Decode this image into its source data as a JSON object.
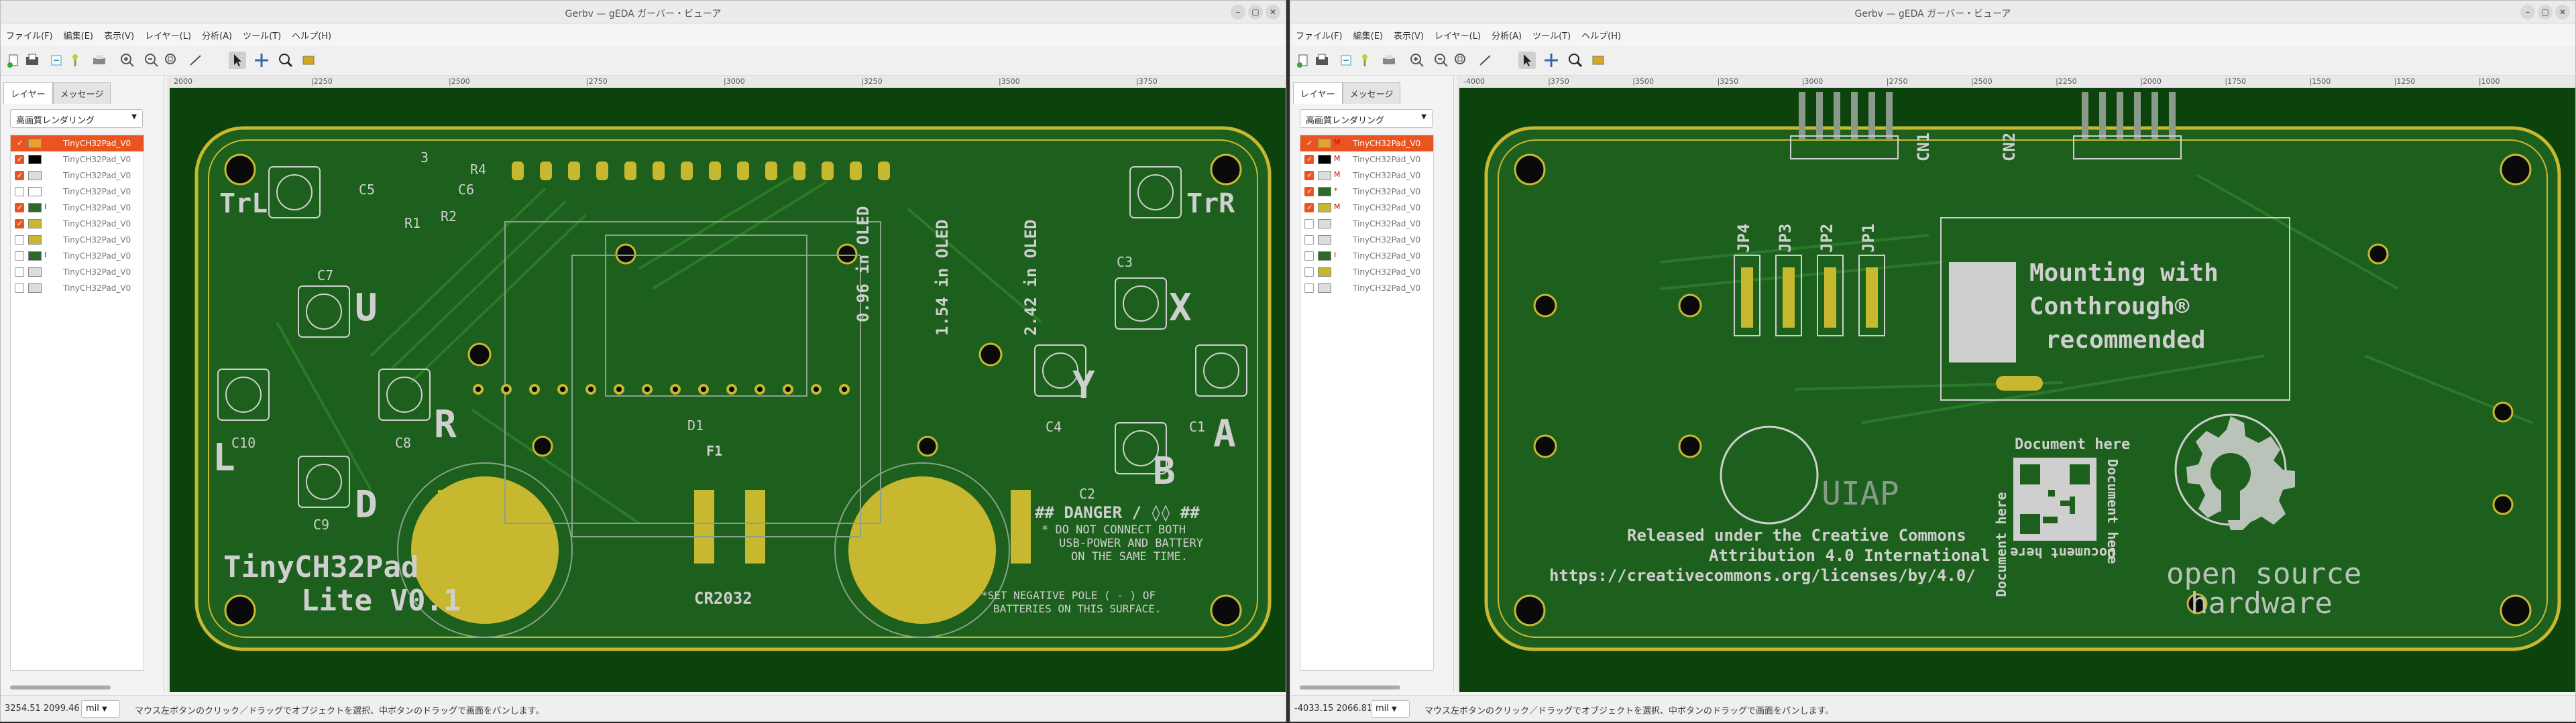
{
  "left": {
    "title": "Gerbv — gEDA ガーバー・ビューア",
    "menus": [
      "ファイル(F)",
      "編集(E)",
      "表示(V)",
      "レイヤー(L)",
      "分析(A)",
      "ツール(T)",
      "ヘルプ(H)"
    ],
    "tabs": [
      "レイヤー",
      "メッセージ"
    ],
    "render_mode": "高画質レンダリング",
    "layers": [
      {
        "name": "TinyCH32Pad_V0",
        "checked": true,
        "color": "#e8a030",
        "mark": "",
        "selected": true
      },
      {
        "name": "TinyCH32Pad_V0",
        "checked": true,
        "color": "#000000",
        "mark": ""
      },
      {
        "name": "TinyCH32Pad_V0",
        "checked": true,
        "color": "#dcdcdc",
        "mark": ""
      },
      {
        "name": "TinyCH32Pad_V0",
        "checked": false,
        "color": "#ffffff",
        "mark": ""
      },
      {
        "name": "TinyCH32Pad_V0",
        "checked": true,
        "color": "#2a6a2a",
        "mark": "I"
      },
      {
        "name": "TinyCH32Pad_V0",
        "checked": true,
        "color": "#c8b830",
        "mark": ""
      },
      {
        "name": "TinyCH32Pad_V0",
        "checked": false,
        "color": "#c8b830",
        "mark": ""
      },
      {
        "name": "TinyCH32Pad_V0",
        "checked": false,
        "color": "#2a6a2a",
        "mark": "I"
      },
      {
        "name": "TinyCH32Pad_V0",
        "checked": false,
        "color": "#dcdcdc",
        "mark": ""
      },
      {
        "name": "TinyCH32Pad_V0",
        "checked": false,
        "color": "#dcdcdc",
        "mark": ""
      }
    ],
    "ruler": [
      "2000",
      "|2250",
      "|2500",
      "|2750",
      "|3000",
      "|3250",
      "|3500",
      "|3750"
    ],
    "coords": "3254.51  2099.46",
    "unit": "mil",
    "status_msg": "マウス左ボタンのクリック／ドラッグでオブジェクトを選択、中ボタンのドラッグで画面をパンします。",
    "silk": {
      "board_title_1": "TinyCH32Pad",
      "board_title_2": "Lite V0.1",
      "btn_trl": "TrL",
      "btn_trr": "TrR",
      "btn_u": "U",
      "btn_l": "L",
      "btn_r": "R",
      "btn_d": "D",
      "btn_x": "X",
      "btn_y": "Y",
      "btn_a": "A",
      "btn_b": "B",
      "oled1": "0.96 in OLED",
      "oled2": "1.54 in OLED",
      "oled3": "2.42 in OLED",
      "danger": "## DANGER / ◊◊ ##",
      "danger_l1": "* DO NOT CONNECT BOTH",
      "danger_l2": "USB-POWER AND BATTERY",
      "danger_l3": "ON THE SAME TIME.",
      "neg1": "*SET NEGATIVE POLE ( - ) OF",
      "neg2": "BATTERIES ON THIS SURFACE.",
      "cr2032": "CR2032",
      "refs": [
        "C5",
        "R4",
        "C6",
        "R2",
        "R1",
        "C7",
        "C8",
        "C10",
        "C9",
        "D1",
        "F1",
        "C3",
        "C4",
        "C1",
        "C2",
        "3"
      ]
    }
  },
  "right": {
    "title": "Gerbv — gEDA ガーバー・ビューア",
    "menus": [
      "ファイル(F)",
      "編集(E)",
      "表示(V)",
      "レイヤー(L)",
      "分析(A)",
      "ツール(T)",
      "ヘルプ(H)"
    ],
    "tabs": [
      "レイヤー",
      "メッセージ"
    ],
    "render_mode": "高画質レンダリング",
    "layers": [
      {
        "name": "TinyCH32Pad_V0",
        "checked": true,
        "color": "#e8a030",
        "mark": "M",
        "selected": true
      },
      {
        "name": "TinyCH32Pad_V0",
        "checked": true,
        "color": "#000000",
        "mark": "M"
      },
      {
        "name": "TinyCH32Pad_V0",
        "checked": true,
        "color": "#dcdcdc",
        "mark": "M"
      },
      {
        "name": "TinyCH32Pad_V0",
        "checked": true,
        "color": "#2a6a2a",
        "mark": "*"
      },
      {
        "name": "TinyCH32Pad_V0",
        "checked": true,
        "color": "#c8b830",
        "mark": "M"
      },
      {
        "name": "TinyCH32Pad_V0",
        "checked": false,
        "color": "#dcdcdc",
        "mark": ""
      },
      {
        "name": "TinyCH32Pad_V0",
        "checked": false,
        "color": "#dcdcdc",
        "mark": ""
      },
      {
        "name": "TinyCH32Pad_V0",
        "checked": false,
        "color": "#2a6a2a",
        "mark": "I"
      },
      {
        "name": "TinyCH32Pad_V0",
        "checked": false,
        "color": "#c8b830",
        "mark": ""
      },
      {
        "name": "TinyCH32Pad_V0",
        "checked": false,
        "color": "#dcdcdc",
        "mark": ""
      }
    ],
    "ruler": [
      "-4000",
      "|3750",
      "|3500",
      "|3250",
      "|3000",
      "|2750",
      "|2500",
      "|2250",
      "|2000",
      "|1750",
      "|1500",
      "|1250",
      "|1000"
    ],
    "coords": "-4033.15  2066.81",
    "unit": "mil",
    "status_msg": "マウス左ボタンのクリック／ドラッグでオブジェクトを選択、中ボタンのドラッグで画面をパンします。",
    "silk": {
      "cn1": "CN1",
      "cn2": "CN2",
      "jp4": "JP4",
      "jp3": "JP3",
      "jp2": "JP2",
      "jp1": "JP1",
      "mount1": "Mounting with",
      "mount2": "Conthrough®",
      "mount3": "recommended",
      "doc_here": "Document here",
      "uiap": "UIAP",
      "cc1": "Released under the Creative Commons",
      "cc2": "Attribution 4.0 International",
      "cc3": "https://creativecommons.org/licenses/by/4.0/",
      "osh1": "open source",
      "osh2": "hardware"
    }
  },
  "colors": {
    "pcb_green": "#1a5c1a",
    "pcb_dark": "#0a3d0a",
    "copper": "#c8b830",
    "silk": "#c8c8c8",
    "accent": "#e95420"
  }
}
